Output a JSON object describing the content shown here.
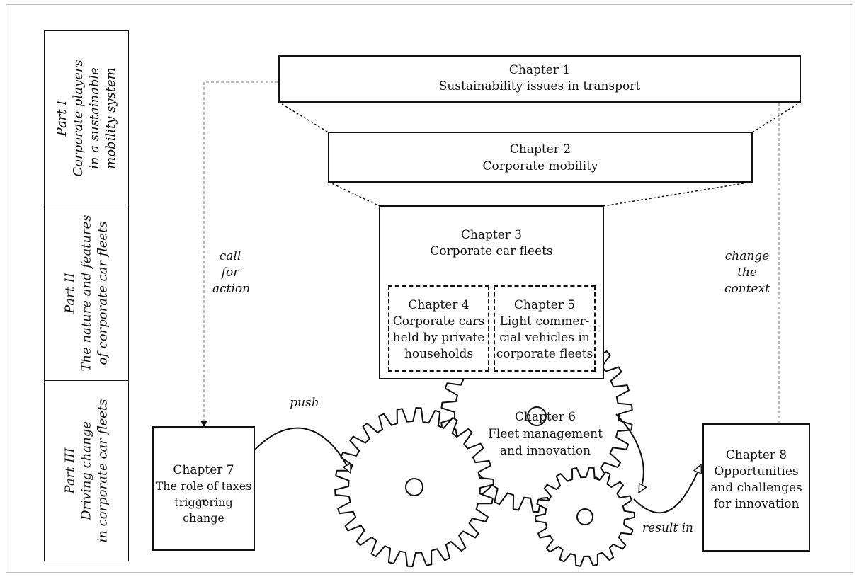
{
  "parts": [
    {
      "number": "Part I",
      "title_lines": [
        "Corporate players",
        "in a sustainable",
        "mobility system"
      ]
    },
    {
      "number": "Part II",
      "title_lines": [
        "The nature and features",
        "of corporate car fleets"
      ]
    },
    {
      "number": "Part III",
      "title_lines": [
        "Driving change",
        "in corporate car fleets"
      ]
    }
  ],
  "chapters": {
    "ch1": {
      "heading": "Chapter 1",
      "lines": [
        "Sustainability issues in transport"
      ]
    },
    "ch2": {
      "heading": "Chapter 2",
      "lines": [
        "Corporate mobility"
      ]
    },
    "ch3": {
      "heading": "Chapter 3",
      "lines": [
        "Corporate car fleets"
      ]
    },
    "ch4": {
      "heading": "Chapter 4",
      "lines": [
        "Corporate cars",
        "held by private",
        "households"
      ]
    },
    "ch5": {
      "heading": "Chapter 5",
      "lines": [
        "Light commer-",
        "cial vehicles in",
        "corporate fleets"
      ]
    },
    "ch6": {
      "heading": "Chapter 6",
      "lines": [
        "Fleet management",
        "and innovation"
      ]
    },
    "ch7": {
      "heading": "Chapter 7",
      "lines": [
        "The role of taxes in",
        "triggering change"
      ]
    },
    "ch8": {
      "heading": "Chapter 8",
      "lines": [
        "Opportunities",
        "and challenges",
        "for innovation"
      ]
    }
  },
  "arrow_labels": {
    "call_for_action": [
      "call",
      "for",
      "action"
    ],
    "change_the_context": [
      "change",
      "the",
      "context"
    ],
    "push": "push",
    "result_in": "result in"
  }
}
